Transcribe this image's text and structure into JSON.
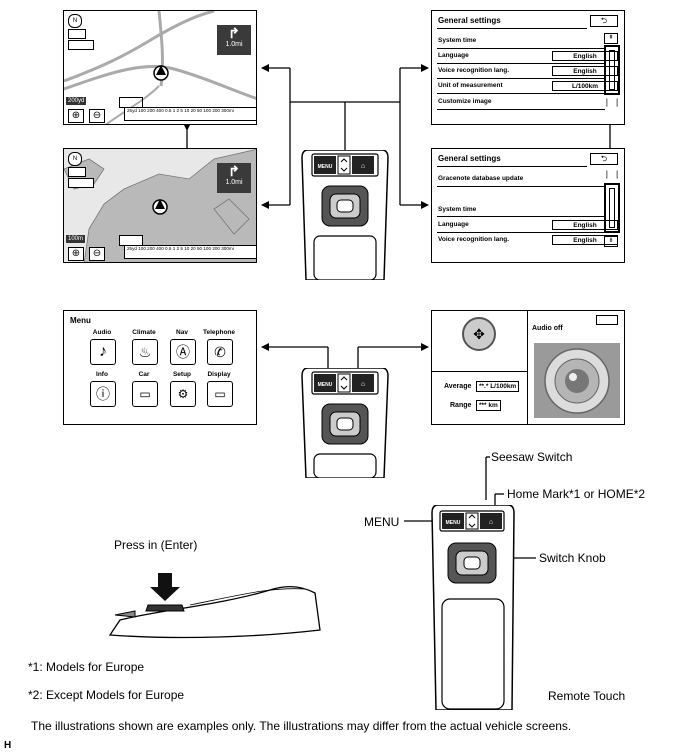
{
  "map_top": {
    "scale_label": "200yd",
    "distance": "1.0mi"
  },
  "map_bottom": {
    "scale_label": "100m",
    "distance": "1.0mi"
  },
  "map_scale_ticks": "25yd 100 200 400 0.5 1 2 5 10 20 50 100 200 300mi",
  "gs_top": {
    "title": "General settings",
    "rows": [
      {
        "label": "System time",
        "value": ""
      },
      {
        "label": "Language",
        "value": "English"
      },
      {
        "label": "Voice recognition lang.",
        "value": "English"
      },
      {
        "label": "Unit of measurement",
        "value": "L/100km"
      },
      {
        "label": "Customize image",
        "value": ""
      }
    ]
  },
  "gs_bottom": {
    "title": "General settings",
    "rows": [
      {
        "label": "Gracenote database update",
        "value": ""
      },
      {
        "label": "System time",
        "value": ""
      },
      {
        "label": "Language",
        "value": "English"
      },
      {
        "label": "Voice recognition lang.",
        "value": "English"
      }
    ]
  },
  "menu_screen": {
    "title": "Menu",
    "items": [
      "Audio",
      "Climate",
      "Nav",
      "Telephone",
      "Info",
      "Car",
      "Setup",
      "Display"
    ]
  },
  "home_screen": {
    "audio": "Audio off",
    "average_label": "Average",
    "average_value": "**.* L/100km",
    "range_label": "Range",
    "range_value": "*** km"
  },
  "remote_button_menu": "MENU",
  "labels": {
    "seesaw": "Seesaw Switch",
    "home": "Home Mark*1 or HOME*2",
    "menu": "MENU",
    "knob": "Switch Knob",
    "press": "Press in (Enter)",
    "remote": "Remote Touch",
    "note1": "*1: Models for Europe",
    "note2": "*2: Except Models for Europe",
    "disclaimer": "The illustrations shown are examples only. The illustrations may differ from the actual vehicle screens.",
    "code": "H"
  }
}
